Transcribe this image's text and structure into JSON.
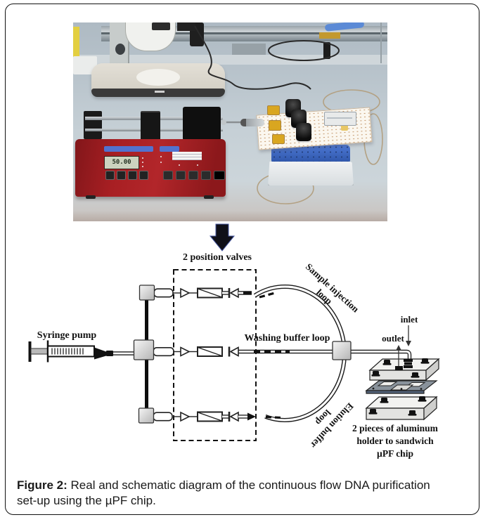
{
  "figure": {
    "caption_prefix": "Figure 2:",
    "caption_line1": " Real and schematic diagram of the continuous flow DNA purification",
    "caption_line2": "set-up using the µPF chip."
  },
  "photo": {
    "pump_display": "50.00"
  },
  "schematic": {
    "labels": {
      "position_valves": "2 position valves",
      "syringe_pump": "Syringe pump",
      "sample_injection_line1": "Sample injection",
      "sample_injection_line2": "loop",
      "washing_buffer": "Washing buffer loop",
      "elution_line1": "Elution buffer",
      "elution_line2": "loop",
      "inlet": "inlet",
      "outlet": "outlet",
      "aluminum_line1": "2 pieces of aluminum",
      "aluminum_line2": "holder to sandwich",
      "aluminum_line3": "µPF chip"
    }
  },
  "colors": {
    "pump_red": "#a81f23",
    "label_blue": "#5272cf",
    "tip_box_blue": "#3f64c0",
    "bench_gray": "#c6d0d6",
    "board_dot": "#c59a6e",
    "line_black": "#111111"
  }
}
